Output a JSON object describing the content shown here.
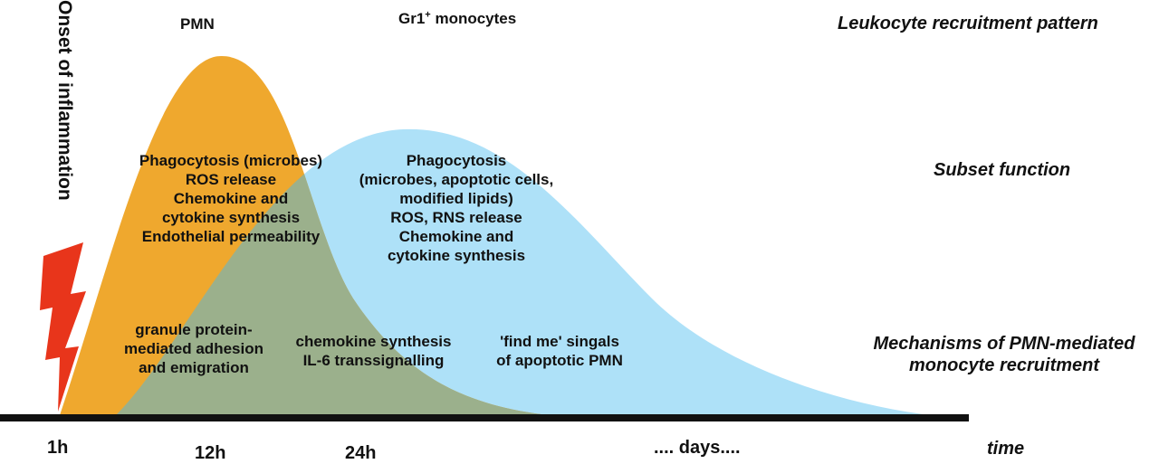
{
  "colors": {
    "pmn_fill": "#efa82e",
    "monocyte_fill": "#aee1f8",
    "overlap_fill": "#9bb08c",
    "bolt": "#e8351b",
    "axis": "#111111"
  },
  "onset_label": "Onset of inflammation",
  "curves": {
    "pmn_label": "PMN",
    "monocyte_label_main": "Gr1",
    "monocyte_label_sup": "+",
    "monocyte_label_rest": " monocytes"
  },
  "right_labels": {
    "pattern": "Leukocyte recruitment pattern",
    "function": "Subset function",
    "mechanisms_line1": "Mechanisms of PMN-mediated",
    "mechanisms_line2": "monocyte recruitment"
  },
  "pmn_function": [
    "Phagocytosis (microbes)",
    "ROS release",
    "Chemokine and",
    "cytokine synthesis",
    "Endothelial permeability"
  ],
  "monocyte_function": [
    "Phagocytosis",
    "(microbes, apoptotic cells,",
    "modified lipids)",
    "ROS, RNS release",
    "Chemokine and",
    "cytokine synthesis"
  ],
  "mechanisms": {
    "granule": [
      "granule protein-",
      "mediated adhesion",
      "and emigration"
    ],
    "chemokine": [
      "chemokine synthesis",
      "IL-6 transsignalling"
    ],
    "findme": [
      "'find me' singals",
      "of apoptotic PMN"
    ]
  },
  "axis": {
    "ticks": [
      "1h",
      "12h",
      "24h",
      ".... days...."
    ],
    "label": "time"
  }
}
